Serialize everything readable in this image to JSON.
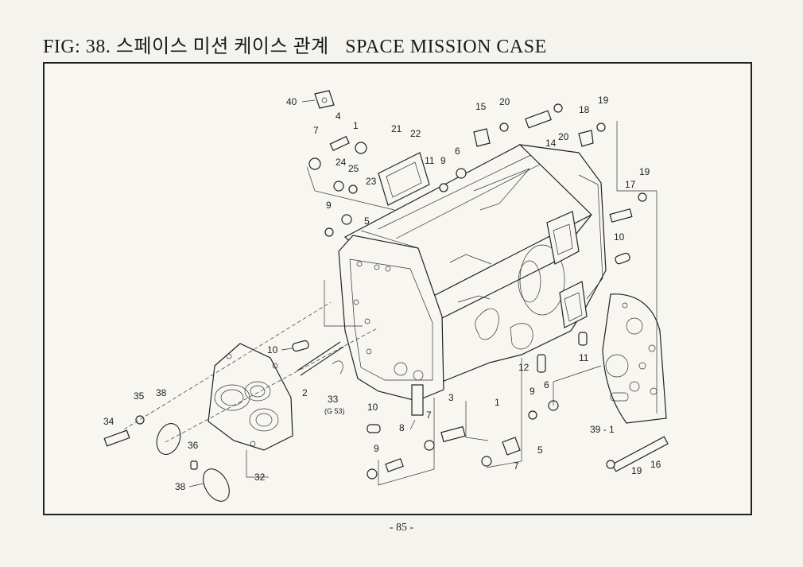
{
  "header": {
    "fig": "FIG: 38.",
    "korean_title": "스페이스 미션 케이스 관계",
    "english_title": "SPACE MISSION CASE"
  },
  "callouts": [
    "40",
    "7",
    "4",
    "1",
    "21",
    "22",
    "15",
    "20",
    "14",
    "20",
    "18",
    "19",
    "24",
    "25",
    "23",
    "11",
    "9",
    "6",
    "9",
    "5",
    "17",
    "19",
    "10",
    "10",
    "2",
    "33",
    "(G 53)",
    "12",
    "11",
    "39 - 1",
    "35",
    "38",
    "34",
    "36",
    "38",
    "32",
    "10",
    "8",
    "9",
    "7",
    "3",
    "1",
    "9",
    "6",
    "5",
    "7",
    "16",
    "19"
  ],
  "page_number": "- 85 -"
}
